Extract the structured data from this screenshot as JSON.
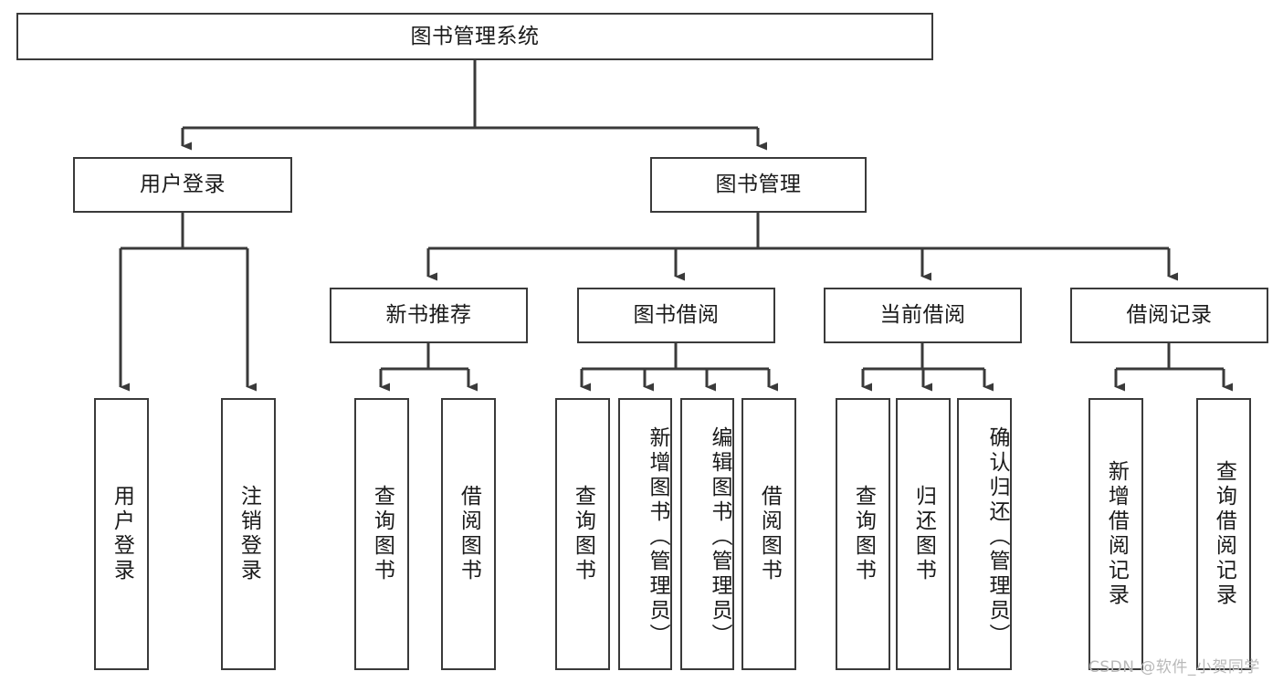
{
  "diagram": {
    "title": "图书管理系统",
    "type": "tree-hierarchy-chart",
    "watermark": "CSDN @软件_小贺同学",
    "colors": {
      "background": "#ffffff",
      "box_border": "#3a3a3a",
      "box_fill": "#ffffff",
      "connector": "#3a3a3a",
      "text": "#1a1a1a",
      "watermark": "#b9b9b9"
    },
    "levels": {
      "root": {
        "label": "图书管理系统"
      },
      "level2": [
        {
          "id": "user-login",
          "label": "用户登录"
        },
        {
          "id": "book-manage",
          "label": "图书管理"
        }
      ],
      "level3": [
        {
          "id": "new-book-recommend",
          "label": "新书推荐",
          "parent": "book-manage"
        },
        {
          "id": "book-borrow",
          "label": "图书借阅",
          "parent": "book-manage"
        },
        {
          "id": "current-borrow",
          "label": "当前借阅",
          "parent": "book-manage"
        },
        {
          "id": "borrow-record",
          "label": "借阅记录",
          "parent": "book-manage"
        }
      ],
      "leaves": [
        {
          "id": "leaf-user-login",
          "label": "用户登录",
          "parent": "user-login"
        },
        {
          "id": "leaf-logout",
          "label": "注销登录",
          "parent": "user-login"
        },
        {
          "id": "leaf-query-book-1",
          "label": "查询图书",
          "parent": "new-book-recommend"
        },
        {
          "id": "leaf-borrow-book-1",
          "label": "借阅图书",
          "parent": "new-book-recommend"
        },
        {
          "id": "leaf-query-book-2",
          "label": "查询图书",
          "parent": "book-borrow"
        },
        {
          "id": "leaf-add-book",
          "label": "新增图书（管理员）",
          "parent": "book-borrow"
        },
        {
          "id": "leaf-edit-book",
          "label": "编辑图书（管理员）",
          "parent": "book-borrow"
        },
        {
          "id": "leaf-borrow-book-2",
          "label": "借阅图书",
          "parent": "book-borrow"
        },
        {
          "id": "leaf-query-book-3",
          "label": "查询图书",
          "parent": "current-borrow"
        },
        {
          "id": "leaf-return-book",
          "label": "归还图书",
          "parent": "current-borrow"
        },
        {
          "id": "leaf-confirm-return",
          "label": "确认归还（管理员）",
          "parent": "current-borrow"
        },
        {
          "id": "leaf-add-record",
          "label": "新增借阅记录",
          "parent": "borrow-record"
        },
        {
          "id": "leaf-query-record",
          "label": "查询借阅记录",
          "parent": "borrow-record"
        }
      ]
    }
  }
}
